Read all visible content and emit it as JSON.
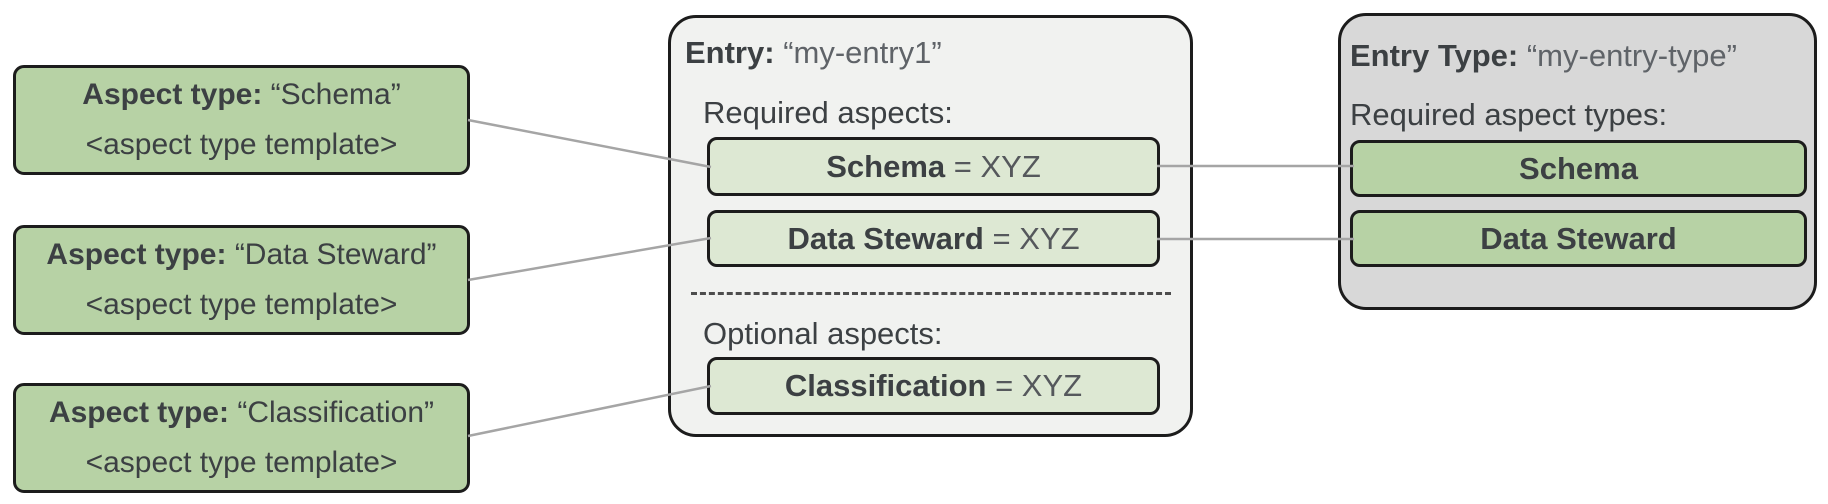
{
  "diagram": {
    "aspect_types": [
      {
        "label": "Aspect type:",
        "name": "“Schema”",
        "template": "<aspect type template>"
      },
      {
        "label": "Aspect type:",
        "name": "“Data Steward”",
        "template": "<aspect type template>"
      },
      {
        "label": "Aspect type:",
        "name": "“Classification”",
        "template": "<aspect type template>"
      }
    ],
    "entry": {
      "label": "Entry:",
      "name": "“my-entry1”",
      "required_label": "Required aspects:",
      "required_aspects": [
        {
          "name": "Schema",
          "value": "= XYZ"
        },
        {
          "name": "Data Steward",
          "value": "= XYZ"
        }
      ],
      "optional_label": "Optional aspects:",
      "optional_aspects": [
        {
          "name": "Classification",
          "value": "= XYZ"
        }
      ]
    },
    "entry_type": {
      "label": "Entry Type:",
      "name": "“my-entry-type”",
      "required_label": "Required aspect types:",
      "required_aspect_types": [
        "Schema",
        "Data Steward"
      ]
    },
    "colors": {
      "aspect_green": "#b7d2a5",
      "aspect_light_green": "#dde8d3",
      "entry_background": "#f1f2f0",
      "entry_type_background": "#d8d8d8",
      "border": "#1c1c1c",
      "connector": "#a5a5a5",
      "text": "#3c4043",
      "text_secondary": "#5f6368"
    }
  }
}
